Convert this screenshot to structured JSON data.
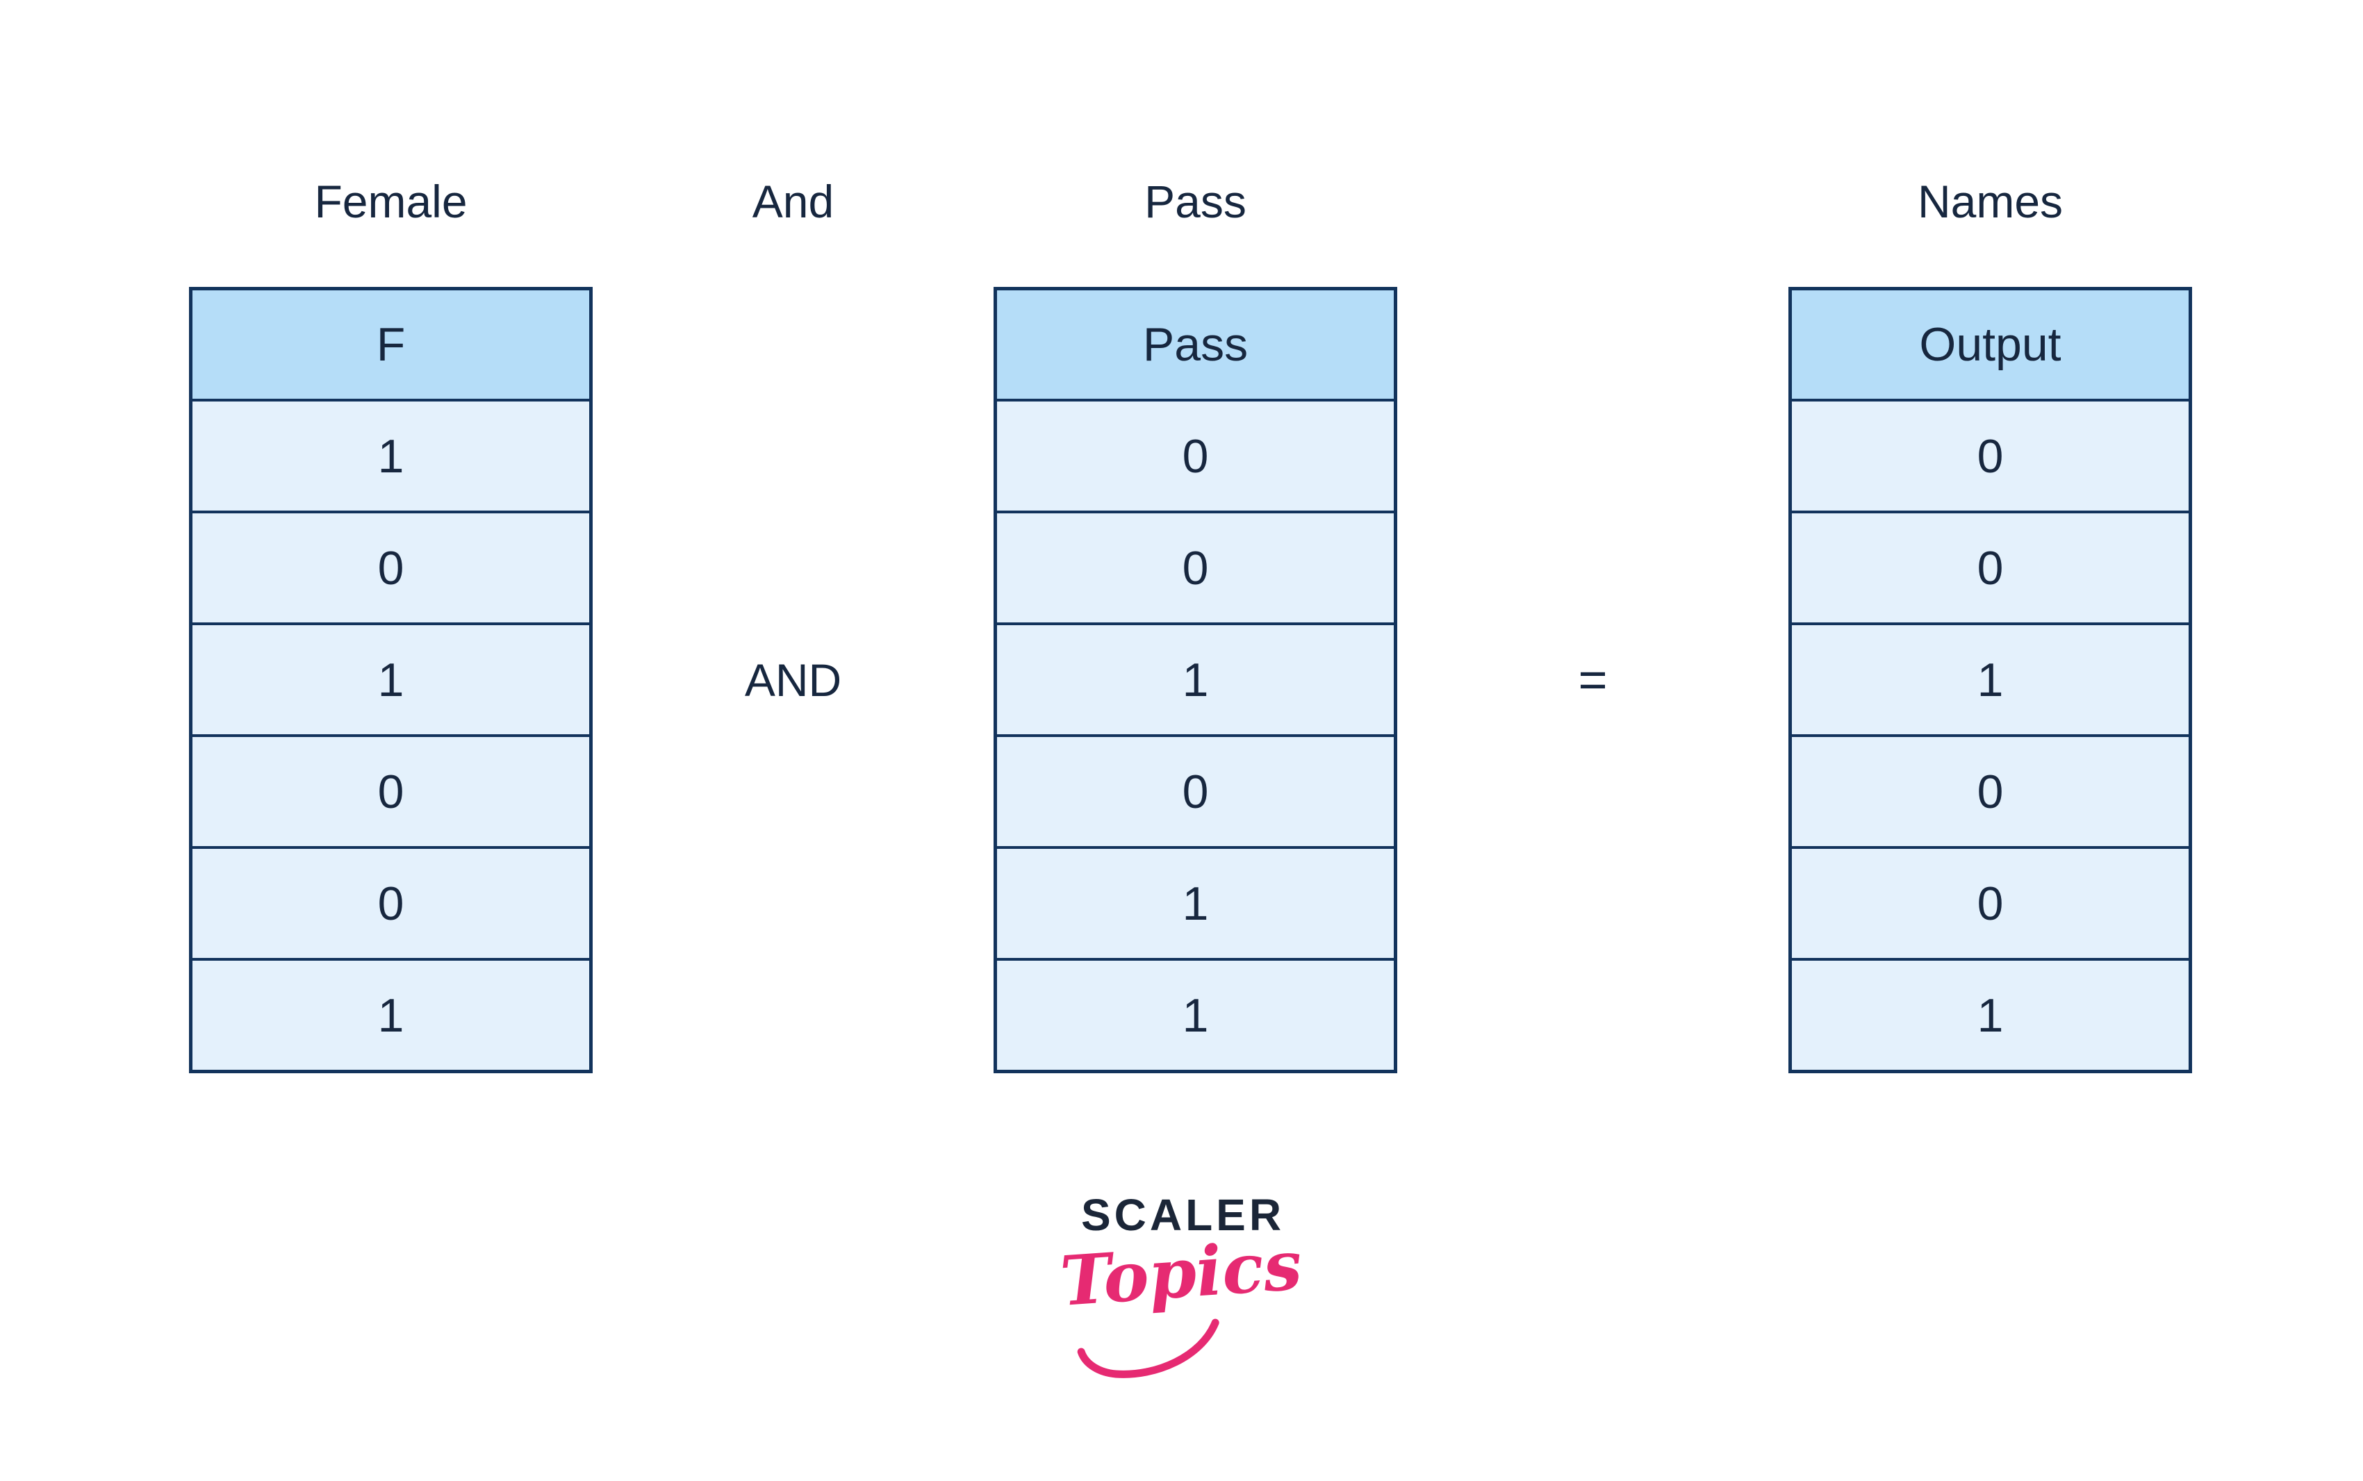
{
  "colors": {
    "bg": "#ffffff",
    "border": "#12335c",
    "headerBg": "#b5ddf8",
    "rowBg": "#e4f1fc",
    "text": "#17273f",
    "logoNavy": "#1b2638",
    "logoPink": "#e62a72"
  },
  "titles": {
    "left": "Female",
    "operator": "And",
    "middle": "Pass",
    "right": "Names"
  },
  "operators": {
    "and": "AND",
    "equals": "="
  },
  "tables": [
    {
      "title": "Female",
      "header": "F",
      "rows": [
        "1",
        "0",
        "1",
        "0",
        "0",
        "1"
      ]
    },
    {
      "title": "Pass",
      "header": "Pass",
      "rows": [
        "0",
        "0",
        "1",
        "0",
        "1",
        "1"
      ]
    },
    {
      "title": "Names",
      "header": "Output",
      "rows": [
        "0",
        "0",
        "1",
        "0",
        "0",
        "1"
      ]
    }
  ],
  "logo": {
    "line1": "SCALER",
    "line2": "Topics"
  }
}
